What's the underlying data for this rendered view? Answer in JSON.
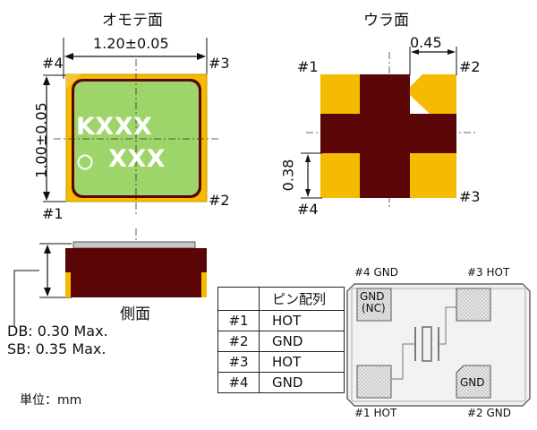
{
  "views": {
    "front": {
      "title": "オモテ面",
      "width_dim": "1.20±0.05",
      "height_dim": "1.00±0.05",
      "marking_line1": "KXXX",
      "marking_line2": "XXX"
    },
    "back": {
      "title": "ウラ面",
      "pad_pitch": "0.45",
      "pad_height": "0.38"
    },
    "side": {
      "title": "側面"
    }
  },
  "pins": {
    "p1": "#1",
    "p2": "#2",
    "p3": "#3",
    "p4": "#4"
  },
  "notes": {
    "db": "DB: 0.30 Max.",
    "sb": "SB: 0.35 Max.",
    "unit": "単位：mm"
  },
  "table": {
    "header": "ピン配列",
    "rows": [
      {
        "pin": "#1",
        "signal": "HOT"
      },
      {
        "pin": "#2",
        "signal": "GND"
      },
      {
        "pin": "#3",
        "signal": "HOT"
      },
      {
        "pin": "#4",
        "signal": "GND"
      }
    ]
  },
  "circuit": {
    "label_tl": "#4 GND",
    "label_tr": "#3 HOT",
    "label_bl": "#1 HOT",
    "label_br": "#2 GND",
    "pad_tl_line1": "GND",
    "pad_tl_line2": "(NC)",
    "pad_br": "GND"
  },
  "colors": {
    "pad_gold": "#f5bb00",
    "body_maroon": "#5a0606",
    "lid_green": "#9ed56a",
    "marking_white": "#ffffff"
  }
}
